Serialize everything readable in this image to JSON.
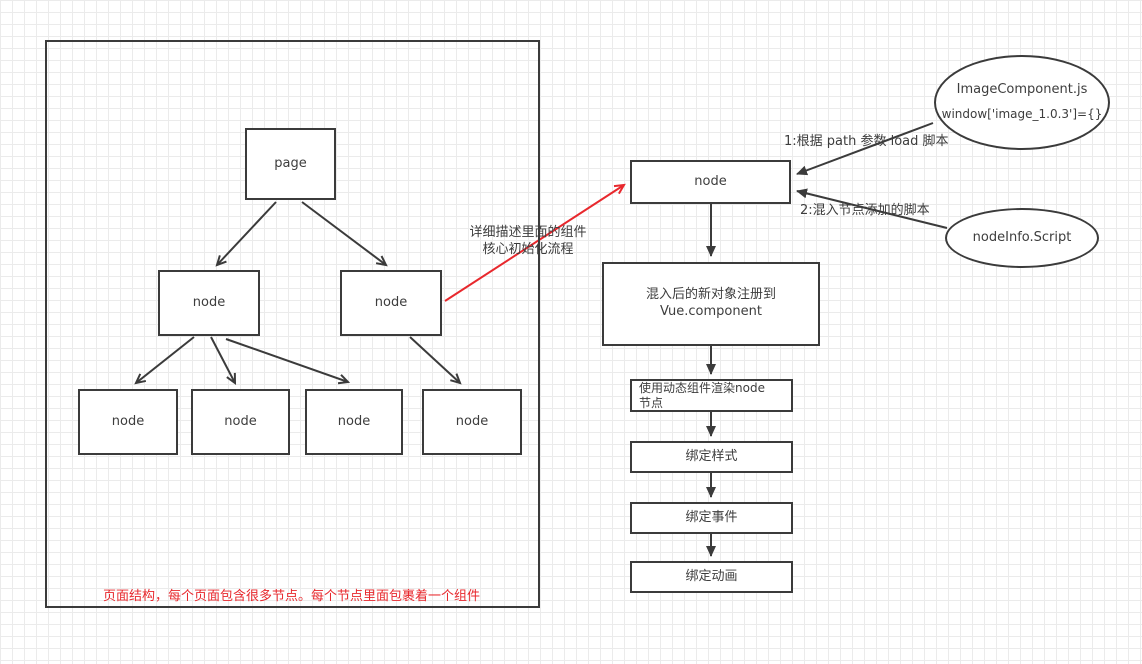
{
  "tree": {
    "root_label": "page",
    "children": [
      "node",
      "node"
    ],
    "grandchildren": [
      "node",
      "node",
      "node",
      "node"
    ],
    "caption": "页面结构，每个页面包含很多节点。每个节点里面包裹着一个组件"
  },
  "annotation": {
    "line1": "详细描述里面的组件",
    "line2": "核心初始化流程"
  },
  "flow": {
    "node_label": "node",
    "register": {
      "line1": "混入后的新对象注册到",
      "line2": "Vue.component"
    },
    "render": {
      "line1": "使用动态组件渲染node",
      "line2": "节点"
    },
    "steps": [
      "绑定样式",
      "绑定事件",
      "绑定动画"
    ]
  },
  "sources": {
    "image_component": {
      "line1": "ImageComponent.js",
      "line2": "window['image_1.0.3']={}"
    },
    "node_info": "nodeInfo.Script"
  },
  "edge_labels": {
    "step1": "1:根据 path 参数 load 脚本",
    "step2": "2:混入节点添加的脚本"
  },
  "colors": {
    "stroke": "#3b3b3b",
    "accent_red": "#e8282d",
    "grid": "#ebebeb",
    "background": "#ffffff"
  }
}
